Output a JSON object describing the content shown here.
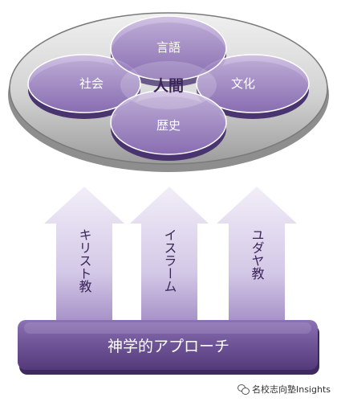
{
  "petals": {
    "top": "言語",
    "left": "社会",
    "right": "文化",
    "bottom": "歴史",
    "center": "人間"
  },
  "arrows": [
    "キリスト教",
    "イスラーム",
    "ユダヤ教"
  ],
  "base_label": "神学的アプローチ",
  "watermark": "名校志向塾Insights",
  "colors": {
    "petal_light": "#b6a1d3",
    "petal_dark": "#6c4f94",
    "base": "#6a4f91",
    "disc": "#c9c9c9"
  }
}
